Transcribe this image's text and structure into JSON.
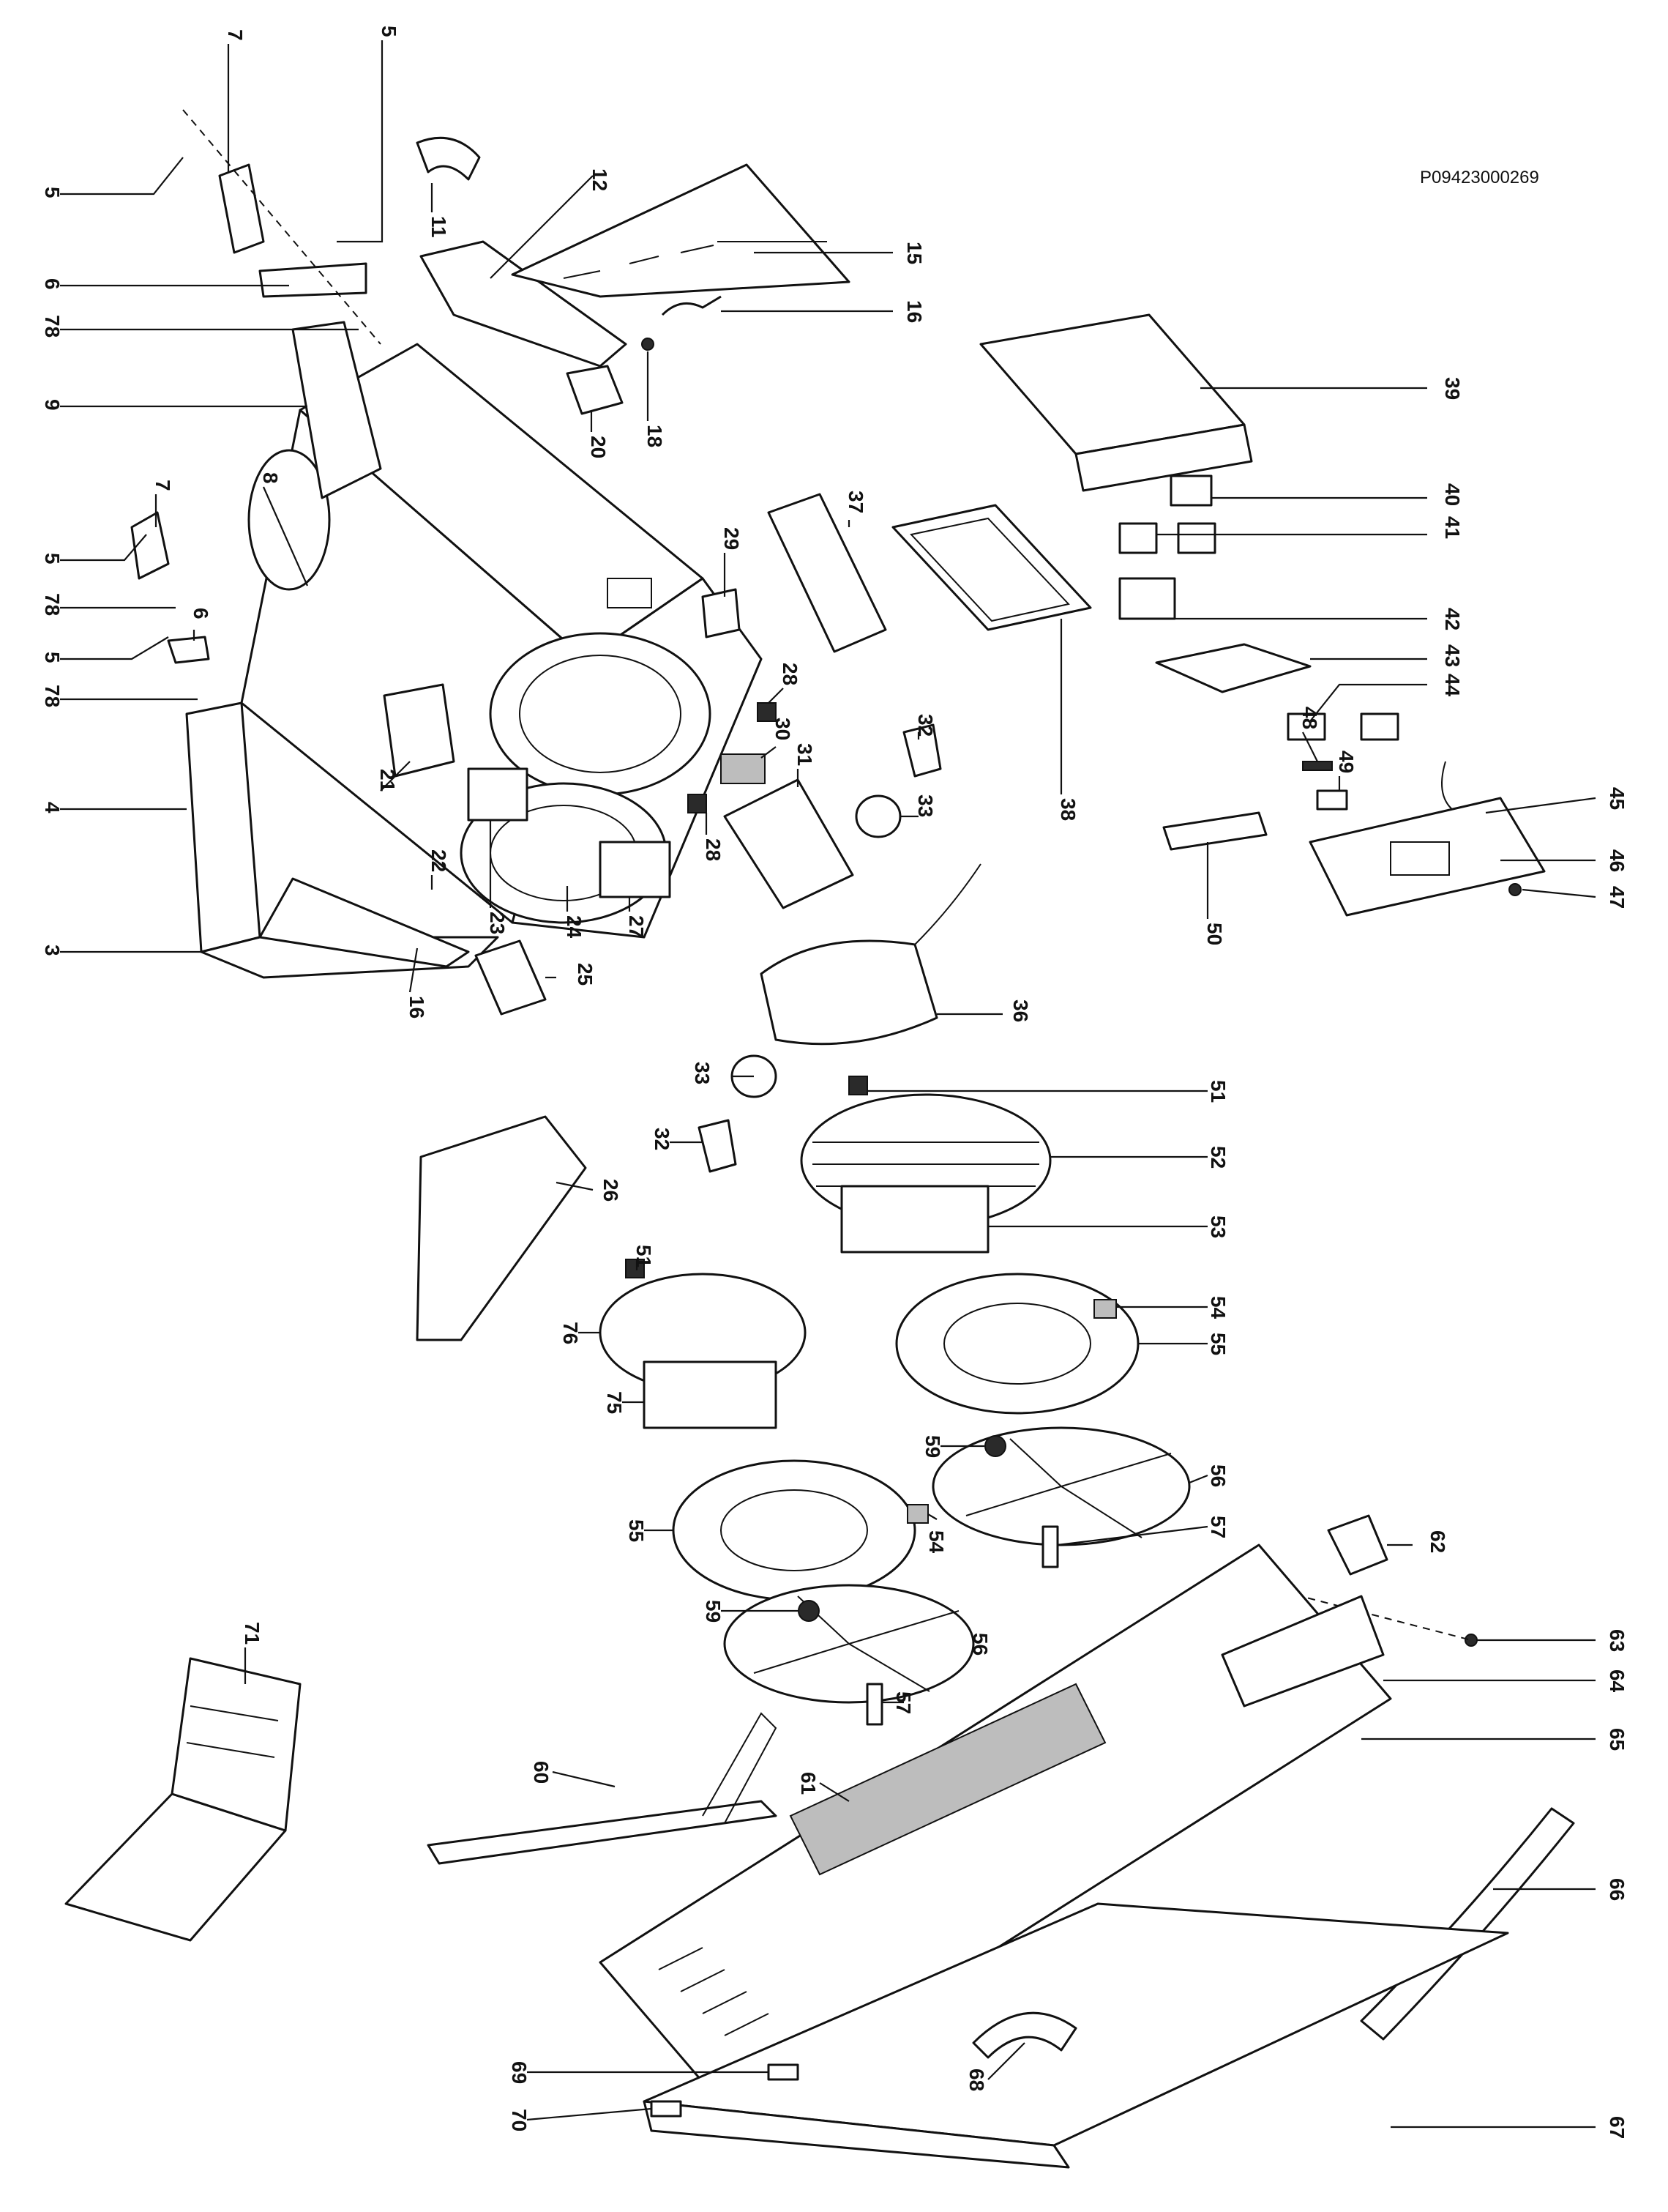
{
  "drawing_code": "P09423000269",
  "callouts": [
    {
      "label": "7"
    },
    {
      "label": "5"
    },
    {
      "label": "5"
    },
    {
      "label": "11"
    },
    {
      "label": "12"
    },
    {
      "label": "6"
    },
    {
      "label": "15"
    },
    {
      "label": "16"
    },
    {
      "label": "78"
    },
    {
      "label": "9"
    },
    {
      "label": "20"
    },
    {
      "label": "18"
    },
    {
      "label": "39"
    },
    {
      "label": "5"
    },
    {
      "label": "7"
    },
    {
      "label": "8"
    },
    {
      "label": "29"
    },
    {
      "label": "37"
    },
    {
      "label": "41"
    },
    {
      "label": "40"
    },
    {
      "label": "78"
    },
    {
      "label": "6"
    },
    {
      "label": "5"
    },
    {
      "label": "42"
    },
    {
      "label": "78"
    },
    {
      "label": "28"
    },
    {
      "label": "44"
    },
    {
      "label": "43"
    },
    {
      "label": "4"
    },
    {
      "label": "21"
    },
    {
      "label": "30"
    },
    {
      "label": "32"
    },
    {
      "label": "31"
    },
    {
      "label": "38"
    },
    {
      "label": "48"
    },
    {
      "label": "49"
    },
    {
      "label": "45"
    },
    {
      "label": "33"
    },
    {
      "label": "22"
    },
    {
      "label": "23"
    },
    {
      "label": "24"
    },
    {
      "label": "28"
    },
    {
      "label": "27"
    },
    {
      "label": "46"
    },
    {
      "label": "47"
    },
    {
      "label": "50"
    },
    {
      "label": "3"
    },
    {
      "label": "16"
    },
    {
      "label": "25"
    },
    {
      "label": "36"
    },
    {
      "label": "33"
    },
    {
      "label": "51"
    },
    {
      "label": "32"
    },
    {
      "label": "52"
    },
    {
      "label": "26"
    },
    {
      "label": "53"
    },
    {
      "label": "51"
    },
    {
      "label": "76"
    },
    {
      "label": "54"
    },
    {
      "label": "55"
    },
    {
      "label": "75"
    },
    {
      "label": "59"
    },
    {
      "label": "56"
    },
    {
      "label": "55"
    },
    {
      "label": "54"
    },
    {
      "label": "57"
    },
    {
      "label": "62"
    },
    {
      "label": "59"
    },
    {
      "label": "56"
    },
    {
      "label": "63"
    },
    {
      "label": "71"
    },
    {
      "label": "57"
    },
    {
      "label": "64"
    },
    {
      "label": "60"
    },
    {
      "label": "61"
    },
    {
      "label": "65"
    },
    {
      "label": "66"
    },
    {
      "label": "68"
    },
    {
      "label": "67"
    },
    {
      "label": "69"
    },
    {
      "label": "70"
    }
  ]
}
